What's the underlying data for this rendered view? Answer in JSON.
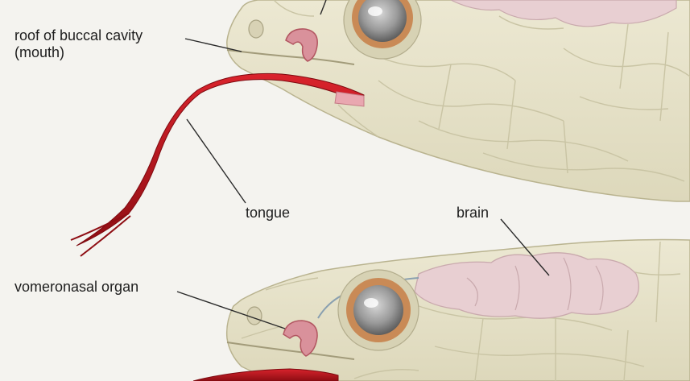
{
  "labels": {
    "roof": {
      "line1": "roof of buccal cavity",
      "line2": "(mouth)"
    },
    "tongue": "tongue",
    "brain": "brain",
    "vomeronasal": "vomeronasal organ"
  },
  "colors": {
    "background": "#f4f3ef",
    "head_scale": "#e9e5cc",
    "scale_outline": "#c9c4a4",
    "tongue_red": "#b5121b",
    "organ_pink": "#d9919b",
    "brain_pink": "#e8cfd2",
    "eye_ring": "#c98a56",
    "eye_ball": "#8e8e8e"
  }
}
